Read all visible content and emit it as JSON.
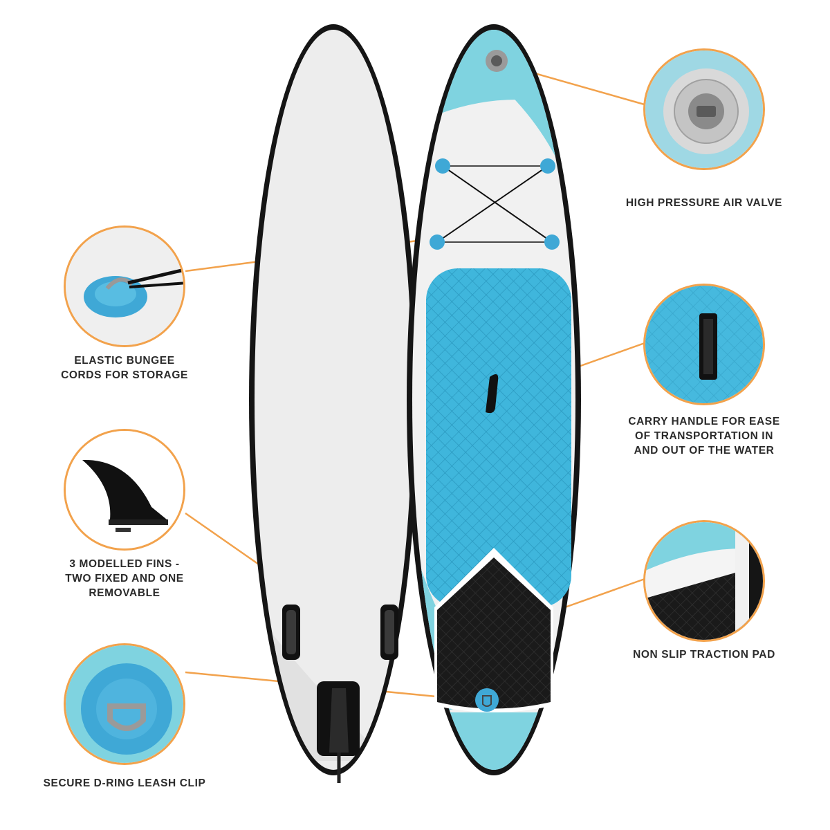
{
  "colors": {
    "accent_orange": "#f2a24c",
    "board_aqua": "#7fd3e0",
    "board_blue": "#37b4d8",
    "deck_pad": "#3fb6dc",
    "rail_black": "#151515",
    "board_white": "#f1f1f1"
  },
  "features": [
    {
      "id": "air-valve",
      "label": "HIGH PRESSURE AIR VALVE",
      "icon": "air-valve-icon"
    },
    {
      "id": "bungee",
      "label": "ELASTIC BUNGEE\nCORDS FOR STORAGE",
      "icon": "bungee-anchor-icon"
    },
    {
      "id": "carry-handle",
      "label": "CARRY HANDLE FOR EASE\nOF TRANSPORTATION IN\nAND OUT OF THE WATER",
      "icon": "carry-handle-icon"
    },
    {
      "id": "fins",
      "label": "3 MODELLED FINS -\nTWO FIXED AND ONE\nREMOVABLE",
      "icon": "fin-icon"
    },
    {
      "id": "traction-pad",
      "label": "NON SLIP TRACTION PAD",
      "icon": "traction-pad-icon"
    },
    {
      "id": "d-ring",
      "label": "SECURE D-RING LEASH CLIP",
      "icon": "d-ring-icon"
    }
  ]
}
